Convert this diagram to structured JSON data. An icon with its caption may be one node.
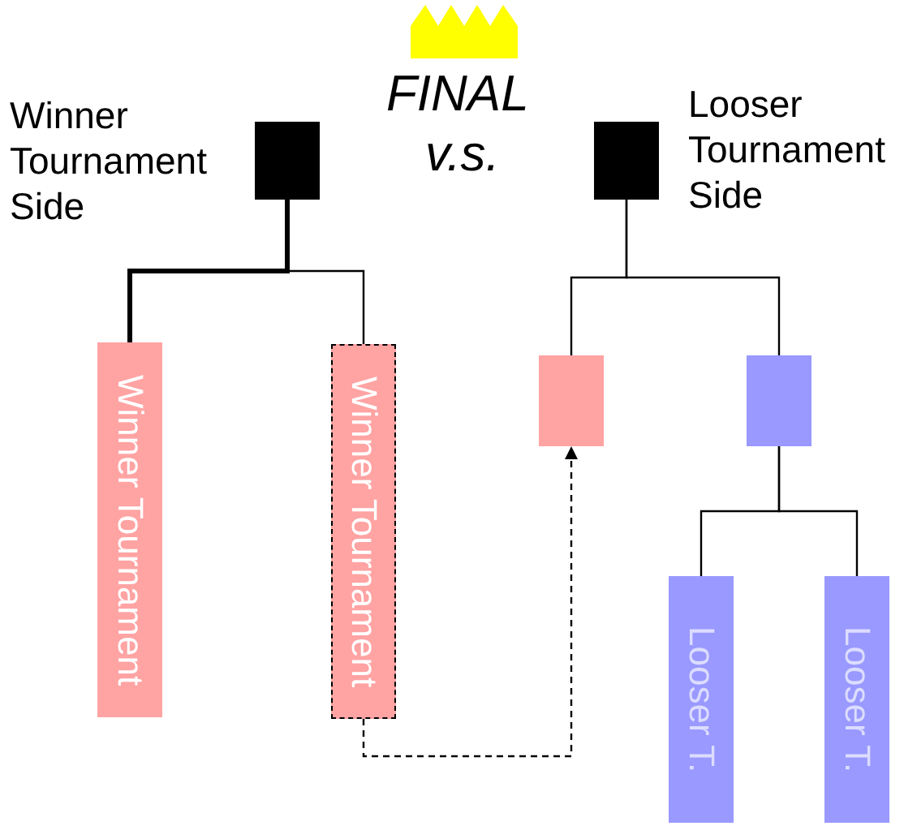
{
  "diagram": {
    "title": "FINAL",
    "nodes": [
      {
        "text": [],
        "shape": "box",
        "beside": [
          "Winner Tournament Side"
        ]
      },
      {
        "text": [],
        "shape": "box",
        "beside": [
          "Looser Tournament Side"
        ]
      },
      {
        "text": [
          "Winner Tournament"
        ]
      },
      {
        "text": [
          "Winner Tournament"
        ]
      },
      {
        "text": [],
        "shape": "box"
      },
      {
        "text": [],
        "shape": "box"
      },
      {
        "text": [
          "Looser T."
        ]
      },
      {
        "text": [
          "Looser T."
        ]
      }
    ],
    "edges": [
      {
        "from": 0,
        "to": 2,
        "arrow": "none",
        "style": "thick"
      },
      {
        "from": 0,
        "to": 3,
        "arrow": "none"
      },
      {
        "from": 1,
        "to": 4,
        "arrow": "none"
      },
      {
        "from": 1,
        "to": 5,
        "arrow": "none"
      },
      {
        "from": 5,
        "to": 6,
        "arrow": "none"
      },
      {
        "from": 5,
        "to": 7,
        "arrow": "none"
      },
      {
        "from": 3,
        "to": 4,
        "arrow": "to",
        "style": "dashed"
      }
    ],
    "labels": [
      "v.s."
    ]
  }
}
